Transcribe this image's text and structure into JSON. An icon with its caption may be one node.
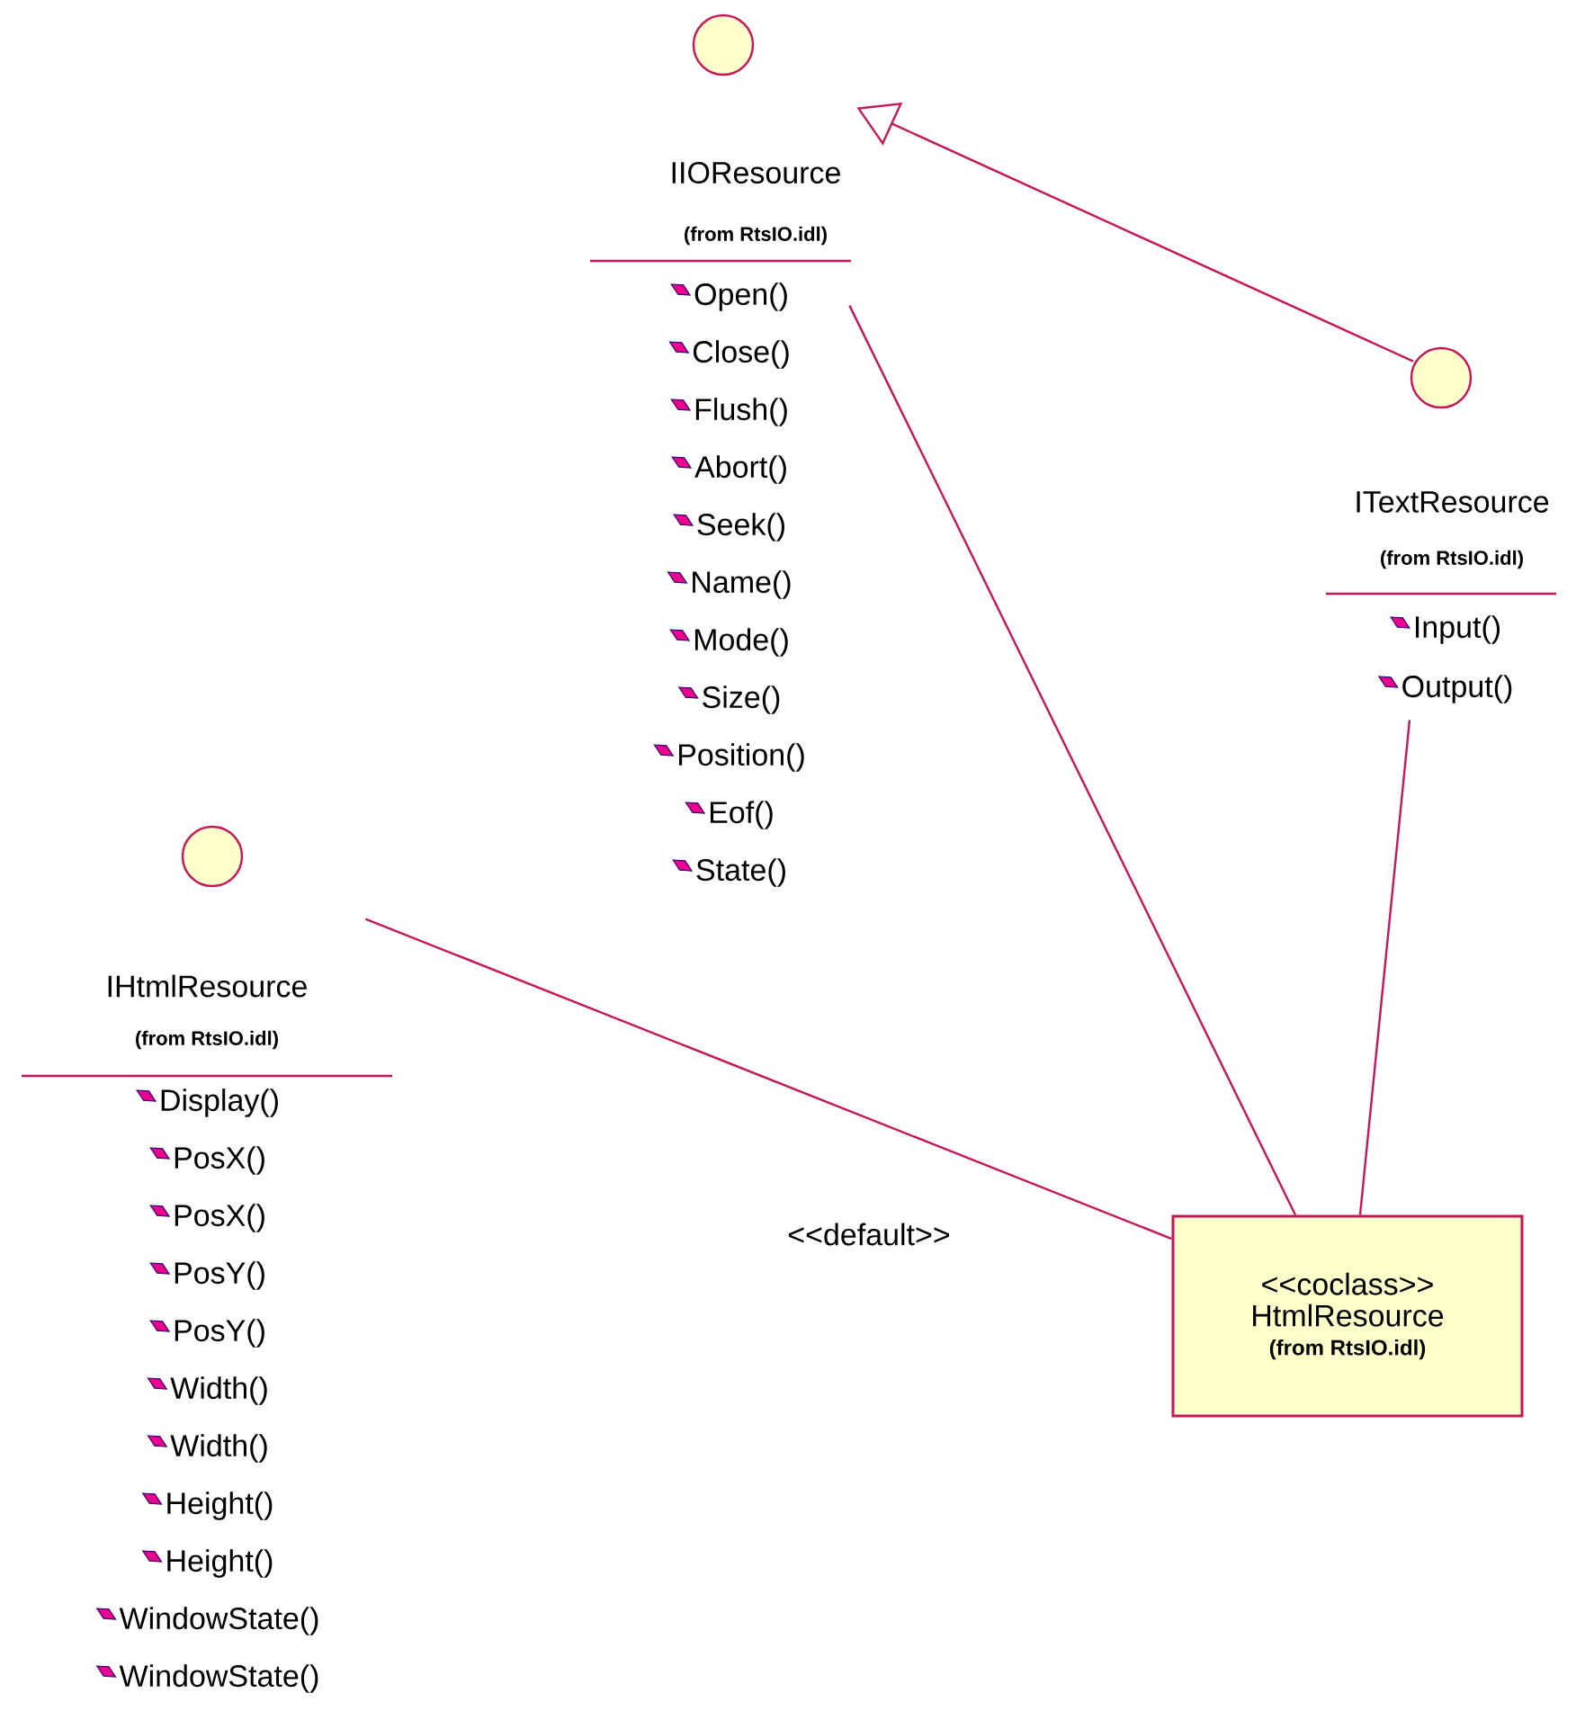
{
  "diagram": {
    "nodes": [
      {
        "text": [
          "IIOResource",
          "(from RtsIO.idl)",
          "Open()",
          "Close()",
          "Flush()",
          "Abort()",
          "Seek()",
          "Name()",
          "Mode()",
          "Size()",
          "Position()",
          "Eof()",
          "State()"
        ]
      },
      {
        "text": [
          "ITextResource",
          "(from RtsIO.idl)",
          "Input()",
          "Output()"
        ]
      },
      {
        "text": [
          "IHtmlResource",
          "(from RtsIO.idl)",
          "Display()",
          "PosX()",
          "PosX()",
          "PosY()",
          "PosY()",
          "Width()",
          "Width()",
          "Height()",
          "Height()",
          "WindowState()",
          "WindowState()"
        ]
      },
      {
        "text": [
          "<<coclass>>",
          "HtmlResource",
          "(from RtsIO.idl)"
        ]
      }
    ],
    "edges": [
      {
        "from": 1,
        "to": 0,
        "arrow": "to"
      },
      {
        "from": 3,
        "to": 0,
        "arrow": "none"
      },
      {
        "from": 3,
        "to": 1,
        "arrow": "none"
      },
      {
        "from": 3,
        "to": 2,
        "arrow": "none",
        "label": "<<default>>"
      }
    ]
  }
}
